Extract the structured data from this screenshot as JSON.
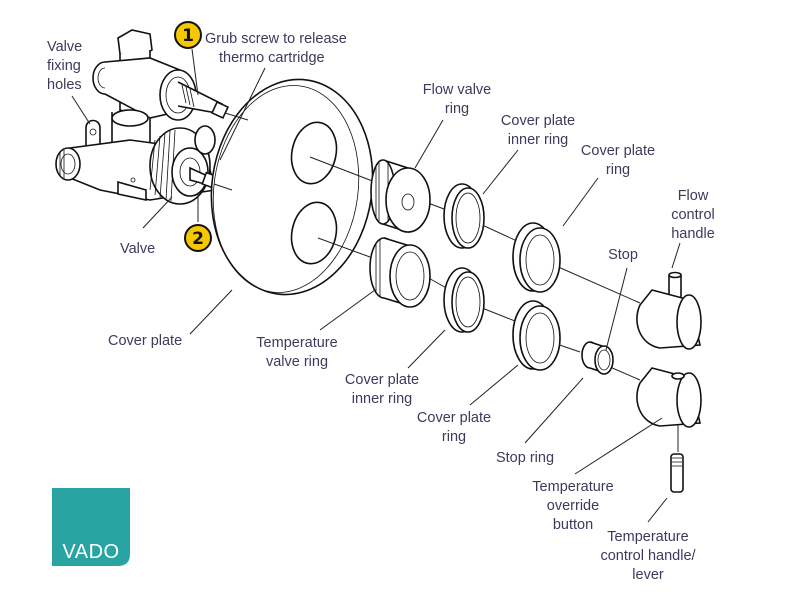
{
  "diagram": {
    "title": "Vado thermostatic valve exploded view",
    "brand": {
      "name": "VADO",
      "color": "#2aa3a3"
    },
    "badge_color": "#f5c800",
    "badges": [
      {
        "number": "1",
        "label": "Grub screw to release thermo cartridge"
      },
      {
        "number": "2",
        "label": ""
      }
    ],
    "labels": {
      "valve_fixing_holes": [
        "Valve",
        "fixing",
        "holes"
      ],
      "grub_screw": [
        "Grub screw to release",
        "thermo cartridge"
      ],
      "valve": [
        "Valve"
      ],
      "cover_plate": [
        "Cover plate"
      ],
      "flow_valve_ring": [
        "Flow valve",
        "ring"
      ],
      "cover_plate_inner_ring_top": [
        "Cover plate",
        "inner ring"
      ],
      "cover_plate_ring_top": [
        "Cover plate",
        "ring"
      ],
      "flow_control_handle": [
        "Flow",
        "control",
        "handle"
      ],
      "stop": [
        "Stop"
      ],
      "temperature_valve_ring": [
        "Temperature",
        "valve ring"
      ],
      "cover_plate_inner_ring_bottom": [
        "Cover plate",
        "inner ring"
      ],
      "cover_plate_ring_bottom": [
        "Cover plate",
        "ring"
      ],
      "stop_ring": [
        "Stop ring"
      ],
      "temperature_override_button": [
        "Temperature",
        "override",
        "button"
      ],
      "temperature_control_handle": [
        "Temperature",
        "control handle/",
        "lever"
      ]
    }
  }
}
